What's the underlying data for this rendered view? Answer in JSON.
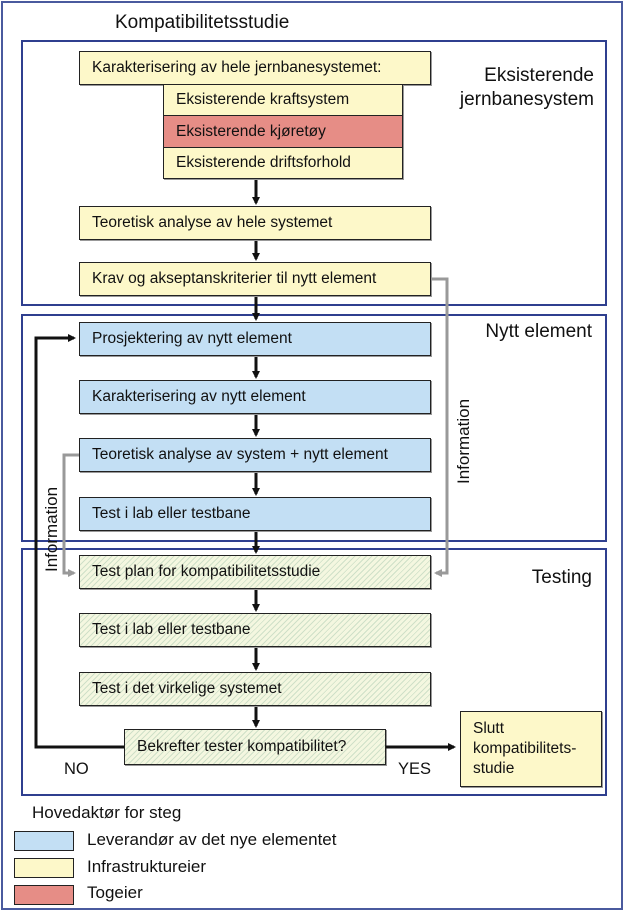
{
  "title": "Kompatibilitetsstudie",
  "sections": {
    "existing": "Eksisterende jernbanesystem",
    "new_element": "Nytt element",
    "testing": "Testing"
  },
  "steps": {
    "characterisation_all": "Karakterisering av hele jernbanesystemet:",
    "power": "Eksisterende kraftsystem",
    "vehicles": "Eksisterende kjøretøy",
    "operation": "Eksisterende driftsforhold",
    "theoretical_all": "Teoretisk analyse av hele systemet",
    "requirements": "Krav og akseptanskriterier til nytt element",
    "design": "Prosjektering av nytt element",
    "characterisation_new": "Karakterisering av nytt element",
    "theoretical_new": "Teoretisk analyse av system + nytt element",
    "lab_test_new": "Test i lab eller testbane",
    "test_plan": "Test plan for kompatibilitetsstudie",
    "lab_test": "Test i lab eller testbane",
    "real_test": "Test i det virkelige systemet",
    "decision": "Bekrefter tester kompatibilitet?",
    "end_line1": "Slutt",
    "end_line2": "kompatibilitets-",
    "end_line3": "studie"
  },
  "flow_labels": {
    "information_left": "Information",
    "information_right": "Information",
    "no": "NO",
    "yes": "YES"
  },
  "legend": {
    "title": "Hovedaktør for steg",
    "items": [
      {
        "label": "Leverandør av det nye elementet",
        "color": "#c3dff4"
      },
      {
        "label": "Infrastruktureier",
        "color": "#fdf8c9"
      },
      {
        "label": "Togeier",
        "color": "#e68d86"
      }
    ]
  }
}
